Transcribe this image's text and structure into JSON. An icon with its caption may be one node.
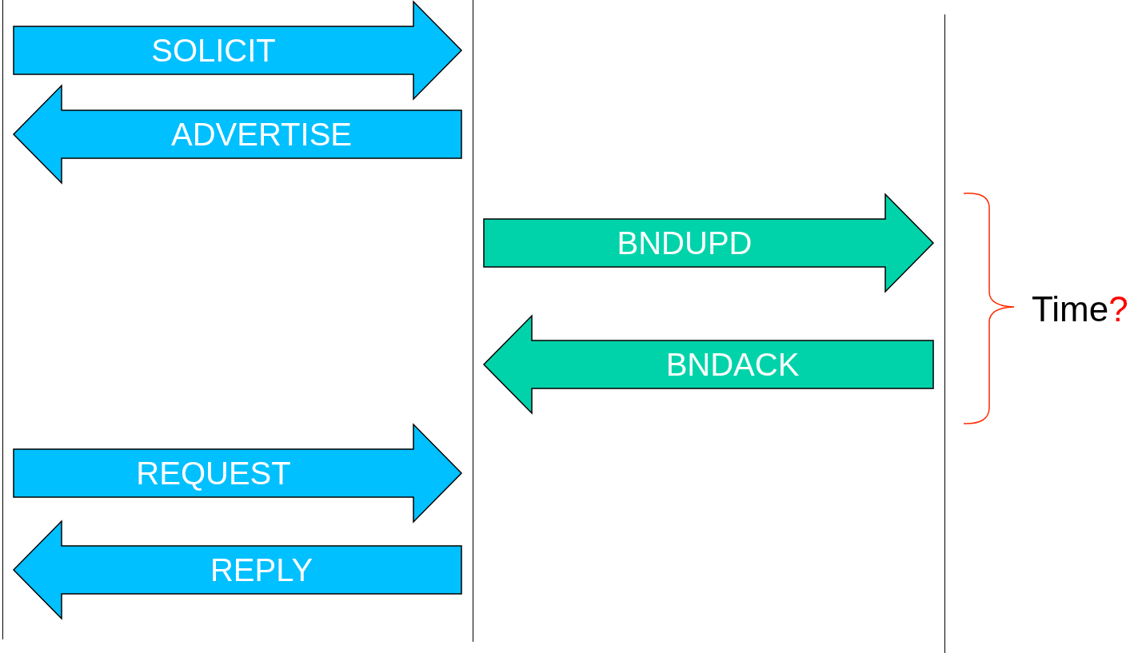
{
  "diagram": {
    "nodes": [
      {
        "text": [],
        "shape": "bar"
      },
      {
        "text": [],
        "shape": "bar"
      },
      {
        "text": [],
        "shape": "bar"
      }
    ],
    "edges": [
      {
        "from": 0,
        "to": 1,
        "arrow": "to",
        "label": "SOLICIT"
      },
      {
        "from": 1,
        "to": 0,
        "arrow": "to",
        "label": "ADVERTISE"
      },
      {
        "from": 1,
        "to": 2,
        "arrow": "to",
        "label": "BNDUPD",
        "color": "#00d3aa"
      },
      {
        "from": 2,
        "to": 1,
        "arrow": "to",
        "label": "BNDACK",
        "color": "#00d3aa"
      },
      {
        "from": 0,
        "to": 1,
        "arrow": "to",
        "label": "REQUEST"
      },
      {
        "from": 1,
        "to": 0,
        "arrow": "to",
        "label": "REPLY"
      }
    ],
    "labels": [
      "Time?"
    ]
  }
}
